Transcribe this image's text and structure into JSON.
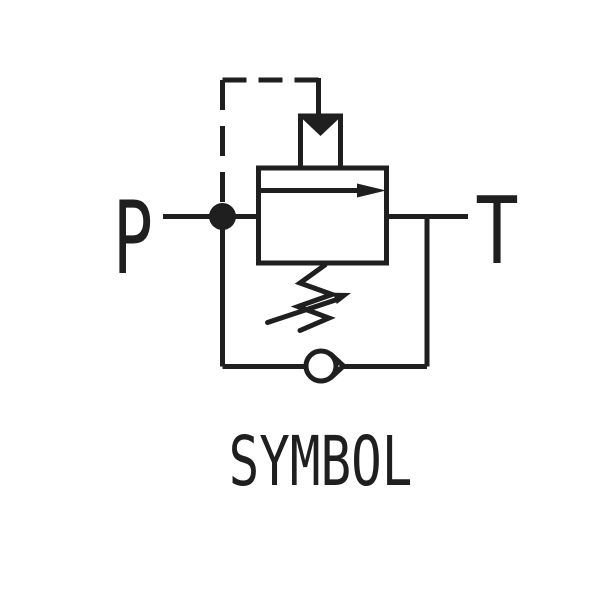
{
  "schematic": {
    "caption": "SYMBOL",
    "labels": {
      "pressure_port": "P",
      "tank_port": "T"
    },
    "colors": {
      "line": "#1f1f1f",
      "background": "#ffffff"
    },
    "components": [
      {
        "name": "pilot-control-line",
        "style": "dashed"
      },
      {
        "name": "pilot-actuator-arrow",
        "style": "filled-triangle-down"
      },
      {
        "name": "relief-valve-body",
        "style": "rectangle"
      },
      {
        "name": "flow-direction-arrow",
        "style": "right-arrow"
      },
      {
        "name": "junction-node",
        "style": "filled-dot"
      },
      {
        "name": "adjustable-spring",
        "style": "zigzag-with-arrow"
      },
      {
        "name": "check-valve",
        "style": "circle-with-seat"
      }
    ]
  }
}
